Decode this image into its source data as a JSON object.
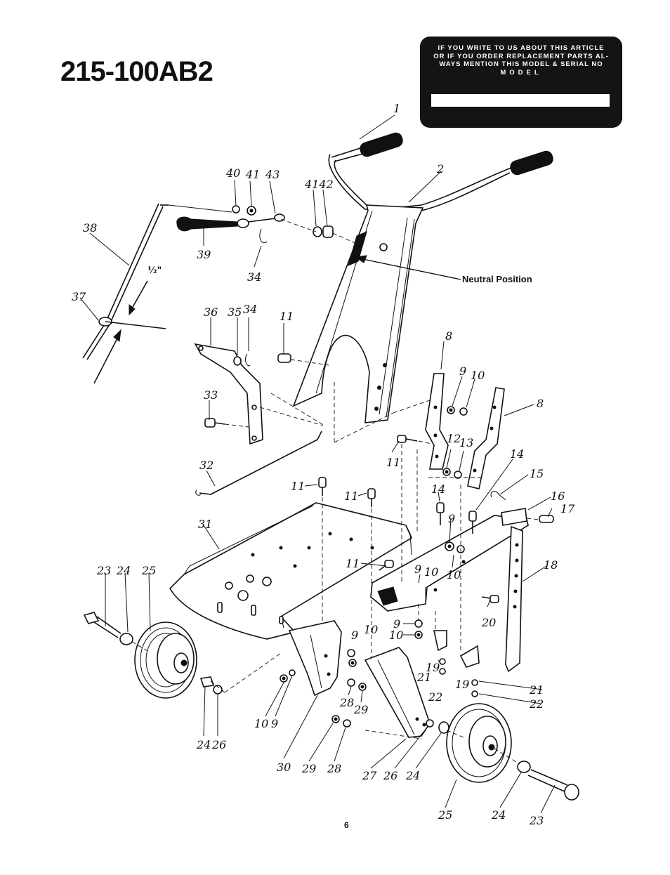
{
  "header": {
    "model_number": "215-100AB2",
    "notice_lines": [
      "IF YOU WRITE TO US ABOUT THIS ARTICLE",
      "OR IF YOU ORDER REPLACEMENT PARTS AL-",
      "WAYS MENTION THIS MODEL & SERIAL NO",
      "MODEL"
    ]
  },
  "annotations": {
    "neutral_position": "Neutral Position",
    "half_inch": "½\""
  },
  "page_number": "6",
  "callouts": [
    {
      "id": "c1",
      "text": "1"
    },
    {
      "id": "c2",
      "text": "2"
    },
    {
      "id": "c40",
      "text": "40"
    },
    {
      "id": "c41a",
      "text": "41"
    },
    {
      "id": "c43",
      "text": "43"
    },
    {
      "id": "c4142",
      "text": "4142"
    },
    {
      "id": "c38",
      "text": "38"
    },
    {
      "id": "c39",
      "text": "39"
    },
    {
      "id": "c34a",
      "text": "34"
    },
    {
      "id": "c37",
      "text": "37"
    },
    {
      "id": "c36",
      "text": "36"
    },
    {
      "id": "c35",
      "text": "35"
    },
    {
      "id": "c34b",
      "text": "34"
    },
    {
      "id": "c11a",
      "text": "11"
    },
    {
      "id": "c8a",
      "text": "8"
    },
    {
      "id": "c9a",
      "text": "9"
    },
    {
      "id": "c10a",
      "text": "10"
    },
    {
      "id": "c8b",
      "text": "8"
    },
    {
      "id": "c33",
      "text": "33"
    },
    {
      "id": "c11b",
      "text": "11"
    },
    {
      "id": "c12",
      "text": "12"
    },
    {
      "id": "c13",
      "text": "13"
    },
    {
      "id": "c14a",
      "text": "14"
    },
    {
      "id": "c15",
      "text": "15"
    },
    {
      "id": "c32",
      "text": "32"
    },
    {
      "id": "c11c",
      "text": "11"
    },
    {
      "id": "c11d",
      "text": "11"
    },
    {
      "id": "c14b",
      "text": "14"
    },
    {
      "id": "c16",
      "text": "16"
    },
    {
      "id": "c17",
      "text": "17"
    },
    {
      "id": "c9b",
      "text": "9"
    },
    {
      "id": "c31",
      "text": "31"
    },
    {
      "id": "c18",
      "text": "18"
    },
    {
      "id": "c23a",
      "text": "23"
    },
    {
      "id": "c24a",
      "text": "24"
    },
    {
      "id": "c25a",
      "text": "25"
    },
    {
      "id": "c11e",
      "text": "11"
    },
    {
      "id": "c9c",
      "text": "9"
    },
    {
      "id": "c10b",
      "text": "10"
    },
    {
      "id": "c10c",
      "text": "10"
    },
    {
      "id": "c20",
      "text": "20"
    },
    {
      "id": "c9d",
      "text": "9"
    },
    {
      "id": "c10d",
      "text": "10"
    },
    {
      "id": "c9e",
      "text": "9"
    },
    {
      "id": "c10e",
      "text": "10"
    },
    {
      "id": "c19a",
      "text": "19"
    },
    {
      "id": "c21a",
      "text": "21"
    },
    {
      "id": "c19b",
      "text": "19"
    },
    {
      "id": "c22a",
      "text": "22"
    },
    {
      "id": "c21b",
      "text": "21"
    },
    {
      "id": "c22b",
      "text": "22"
    },
    {
      "id": "c28a",
      "text": "28"
    },
    {
      "id": "c29a",
      "text": "29"
    },
    {
      "id": "c10f",
      "text": "10"
    },
    {
      "id": "c9f",
      "text": "9"
    },
    {
      "id": "c24b",
      "text": "24"
    },
    {
      "id": "c26a",
      "text": "26"
    },
    {
      "id": "c30",
      "text": "30"
    },
    {
      "id": "c29b",
      "text": "29"
    },
    {
      "id": "c28b",
      "text": "28"
    },
    {
      "id": "c27",
      "text": "27"
    },
    {
      "id": "c26b",
      "text": "26"
    },
    {
      "id": "c24c",
      "text": "24"
    },
    {
      "id": "c25b",
      "text": "25"
    },
    {
      "id": "c24d",
      "text": "24"
    },
    {
      "id": "c23b",
      "text": "23"
    }
  ]
}
